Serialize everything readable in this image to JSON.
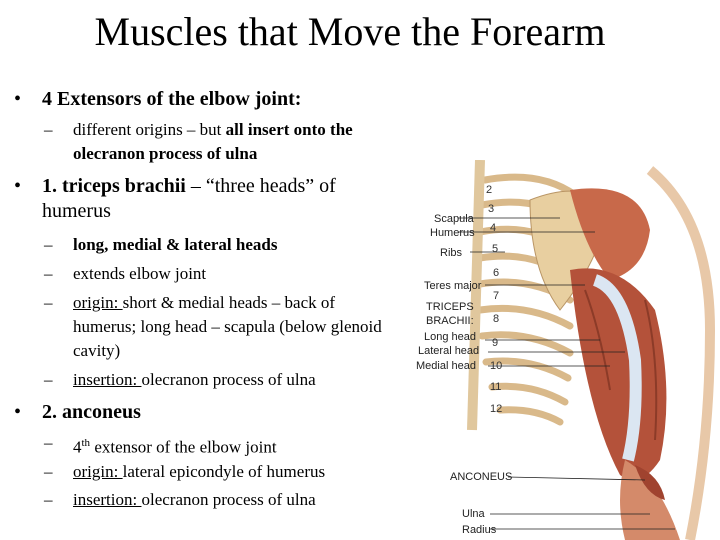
{
  "slide": {
    "title": "Muscles that Move the Forearm",
    "items": [
      {
        "bold_text": "4 Extensors of the elbow joint:"
      },
      {
        "sub_plain": "different origins – but ",
        "sub_bold": "all insert onto the olecranon process of ulna"
      },
      {
        "bold_text": "1. triceps brachii",
        "plain_text": " – “three heads” of humerus"
      },
      {
        "sub_bold": "long, medial & lateral heads"
      },
      {
        "sub_plain": "extends elbow joint"
      },
      {
        "sub_label": "origin: ",
        "sub_plain": "short & medial heads – back of humerus; long head – scapula (below glenoid cavity)"
      },
      {
        "sub_label": "insertion: ",
        "sub_plain": "olecranon process of ulna"
      },
      {
        "bold_text": "2. anconeus"
      },
      {
        "prefix": "4",
        "sup": "th",
        "sub_plain": " extensor of the elbow joint"
      },
      {
        "sub_label": "origin: ",
        "sub_plain": "lateral epicondyle of humerus"
      },
      {
        "sub_label": "insertion: ",
        "sub_plain": "olecranon process of ulna"
      }
    ]
  },
  "figure": {
    "labels": {
      "scapula": "Scapula",
      "humerus": "Humerus",
      "ribs": "Ribs",
      "teres_major": "Teres major",
      "triceps1": "TRICEPS",
      "triceps2": "BRACHII:",
      "long_head": "Long head",
      "lateral_head": "Lateral head",
      "medial_head": "Medial head",
      "anconeus": "ANCONEUS",
      "ulna": "Ulna",
      "radius": "Radius"
    },
    "rib_numbers": [
      "2",
      "3",
      "4",
      "5",
      "6",
      "7",
      "8",
      "9",
      "10",
      "11",
      "12"
    ]
  }
}
